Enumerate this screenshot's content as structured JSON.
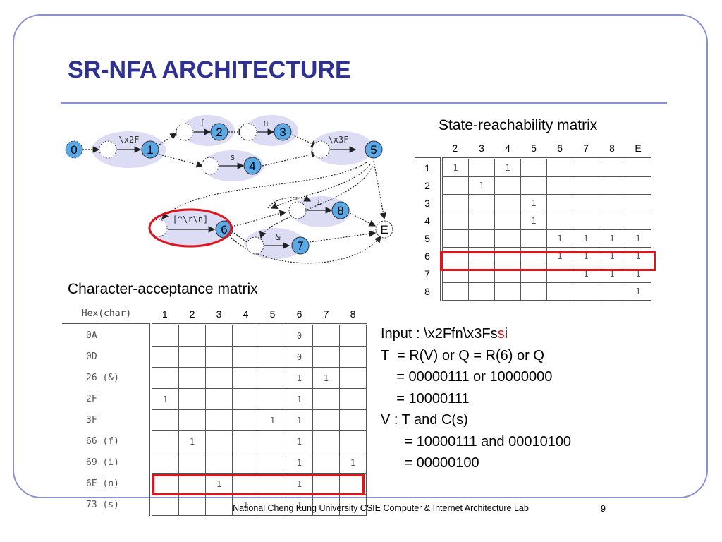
{
  "slide": {
    "title": "SR-NFA ARCHITECTURE",
    "footer": "National Cheng Kung University CSIE Computer & Internet Architecture Lab",
    "page_number": "9"
  },
  "diagram": {
    "nodes": [
      "0",
      "1",
      "2",
      "3",
      "4",
      "5",
      "6",
      "7",
      "8",
      "E"
    ],
    "edge_labels": {
      "x2F": "\\x2F",
      "f": "f",
      "n": "n",
      "s": "s",
      "x3F": "\\x3F",
      "cls": "[^\\r\\n]",
      "i": "i",
      "amp": "&"
    }
  },
  "state_matrix": {
    "caption": "State-reachability matrix",
    "columns": [
      "2",
      "3",
      "4",
      "5",
      "6",
      "7",
      "8",
      "E"
    ],
    "rows": [
      {
        "label": "1",
        "cells": [
          "1",
          "",
          "1",
          "",
          "",
          "",
          "",
          ""
        ]
      },
      {
        "label": "2",
        "cells": [
          "",
          "1",
          "",
          "",
          "",
          "",
          "",
          ""
        ]
      },
      {
        "label": "3",
        "cells": [
          "",
          "",
          "",
          "1",
          "",
          "",
          "",
          ""
        ]
      },
      {
        "label": "4",
        "cells": [
          "",
          "",
          "",
          "1",
          "",
          "",
          "",
          ""
        ]
      },
      {
        "label": "5",
        "cells": [
          "",
          "",
          "",
          "",
          "1",
          "1",
          "1",
          "1"
        ]
      },
      {
        "label": "6",
        "cells": [
          "",
          "",
          "",
          "",
          "1",
          "1",
          "1",
          "1"
        ]
      },
      {
        "label": "7",
        "cells": [
          "",
          "",
          "",
          "",
          "",
          "1",
          "1",
          "1"
        ]
      },
      {
        "label": "8",
        "cells": [
          "",
          "",
          "",
          "",
          "",
          "",
          "",
          "1"
        ]
      }
    ]
  },
  "char_matrix": {
    "caption": "Character-acceptance matrix",
    "corner": "Hex(char)",
    "columns": [
      "1",
      "2",
      "3",
      "4",
      "5",
      "6",
      "7",
      "8"
    ],
    "rows": [
      {
        "label": "0A",
        "cells": [
          "",
          "",
          "",
          "",
          "",
          "0",
          "",
          ""
        ]
      },
      {
        "label": "0D",
        "cells": [
          "",
          "",
          "",
          "",
          "",
          "0",
          "",
          ""
        ]
      },
      {
        "label": "26 (&)",
        "cells": [
          "",
          "",
          "",
          "",
          "",
          "1",
          "1",
          ""
        ]
      },
      {
        "label": "2F",
        "cells": [
          "1",
          "",
          "",
          "",
          "",
          "1",
          "",
          ""
        ]
      },
      {
        "label": "3F",
        "cells": [
          "",
          "",
          "",
          "",
          "1",
          "1",
          "",
          ""
        ]
      },
      {
        "label": "66 (f)",
        "cells": [
          "",
          "1",
          "",
          "",
          "",
          "1",
          "",
          ""
        ]
      },
      {
        "label": "69 (i)",
        "cells": [
          "",
          "",
          "",
          "",
          "",
          "1",
          "",
          "1"
        ]
      },
      {
        "label": "6E (n)",
        "cells": [
          "",
          "",
          "1",
          "",
          "",
          "1",
          "",
          ""
        ]
      },
      {
        "label": "73 (s)",
        "cells": [
          "",
          "",
          "",
          "1",
          "",
          "1",
          "",
          ""
        ]
      }
    ]
  },
  "explanation": {
    "input_prefix": "Input : \\x2Ffn\\x3Fs",
    "input_highlight": "s",
    "input_suffix": "i",
    "line2": "T  = R(V) or Q = R(6) or Q",
    "line3": "    = 00000111 or 10000000",
    "line4": "    = 10000111",
    "line5": "V : T and C(s)",
    "line6": "      = 10000111 and 00010100",
    "line7": "      = 00000100"
  },
  "colors": {
    "title": "#2e3192",
    "frame": "#8a8fd0",
    "highlight": "#e0151b",
    "node_fill": "#5aa9e6",
    "node_group": "#dcdcf4"
  }
}
